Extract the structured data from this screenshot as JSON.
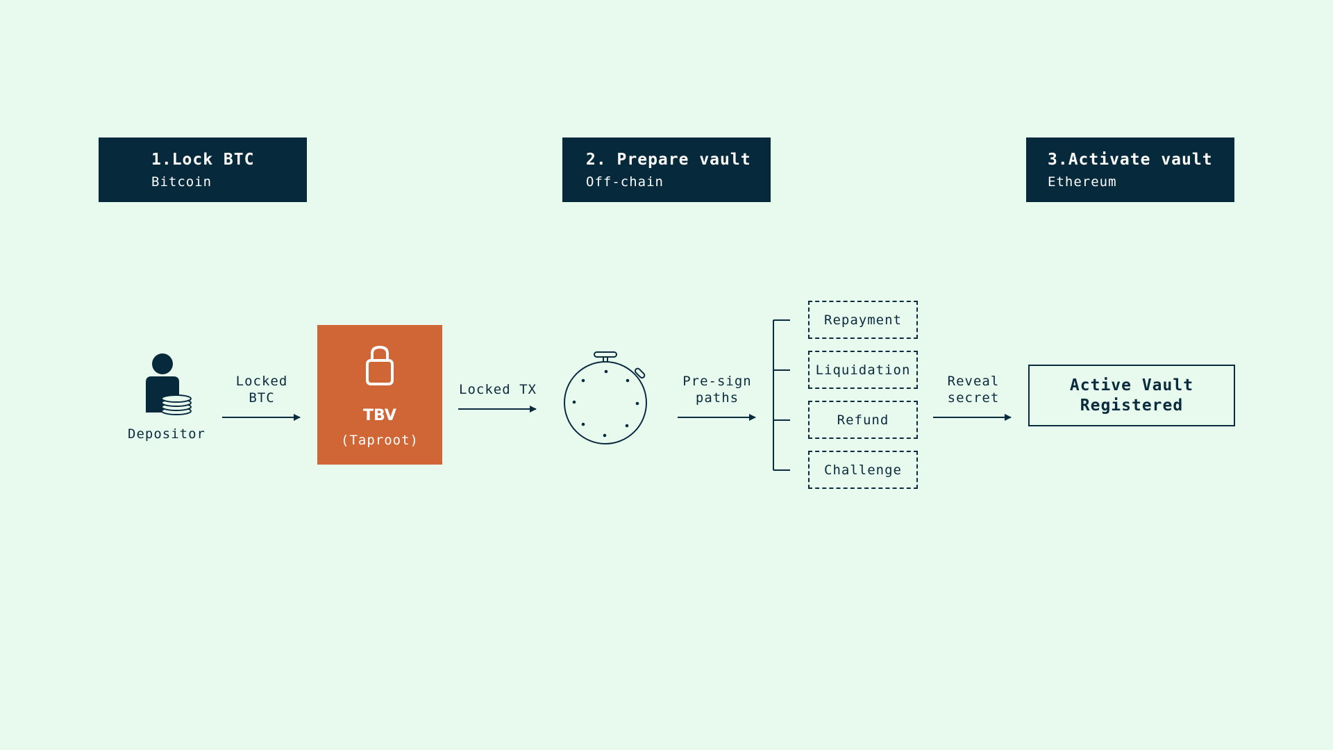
{
  "headers": [
    {
      "title": "1.Lock BTC",
      "subtitle": "Bitcoin"
    },
    {
      "title": "2. Prepare vault",
      "subtitle": "Off-chain"
    },
    {
      "title": "3.Activate vault",
      "subtitle": "Ethereum"
    }
  ],
  "depositor": {
    "label": "Depositor",
    "icon": "depositor-with-coins-icon"
  },
  "arrows": {
    "locked_btc": "Locked\nBTC",
    "locked_tx": "Locked TX",
    "presign": "Pre-sign\npaths",
    "reveal": "Reveal\nsecret"
  },
  "tbv": {
    "title": "TBV",
    "subtitle": "(Taproot)",
    "icon": "padlock-icon",
    "color": "#d06636"
  },
  "timer": {
    "icon": "stopwatch-icon"
  },
  "paths": [
    "Repayment",
    "Liquidation",
    "Refund",
    "Challenge"
  ],
  "active_vault": {
    "label": "Active Vault\nRegistered"
  },
  "colors": {
    "background": "#e8faee",
    "navy": "#062a3c",
    "ink": "#0a2a3d",
    "accent": "#d06636"
  }
}
